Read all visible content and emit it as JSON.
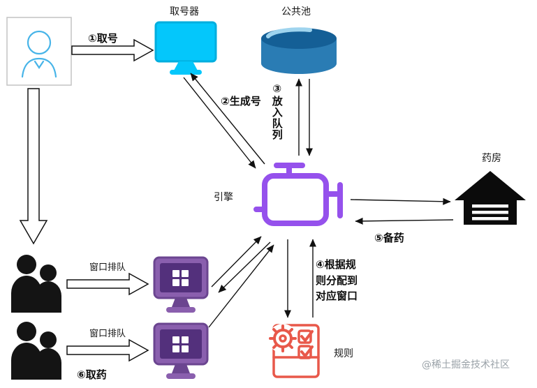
{
  "diagram": {
    "nodes": {
      "ticket_machine": {
        "label": "取号器"
      },
      "public_pool": {
        "label": "公共池"
      },
      "engine": {
        "label": "引擎"
      },
      "pharmacy": {
        "label": "药房"
      },
      "rules": {
        "label": "规则"
      }
    },
    "edges": {
      "take_number": {
        "label": "①取号"
      },
      "generate_number": {
        "label": "②生成号"
      },
      "enqueue": {
        "label": "③放入队列"
      },
      "assign_by_rule": {
        "label": "④根据规则分配到对应窗口"
      },
      "prepare_medicine": {
        "label": "⑤备药"
      },
      "take_medicine": {
        "label": "⑥取药"
      },
      "window_queue_1": {
        "label": "窗口排队"
      },
      "window_queue_2": {
        "label": "窗口排队"
      }
    },
    "watermark": "@稀土掘金技术社区",
    "icons": {
      "person-icon": "outlined patient portrait",
      "ticket-machine-icon": "cyan monitor",
      "public-pool-icon": "blue database cylinder",
      "engine-icon": "purple engine outline",
      "pharmacy-warehouse-icon": "black warehouse",
      "patients-group-icon": "black people silhouettes",
      "window-monitor-icon": "purple monitor with windows logo",
      "gear-icon": "red gear",
      "rules-icon": "red checklist board"
    },
    "colors": {
      "cyan": "#04c7fb",
      "pool_top": "#145f96",
      "pool_body": "#2a7cb4",
      "engine_purple": "#9551ec",
      "monitor_purple": "#8a5fae",
      "monitor_screen": "#53307c",
      "rules_red": "#e8584a",
      "line_black": "#111111",
      "watermark_gray": "#9aa2a8"
    }
  }
}
